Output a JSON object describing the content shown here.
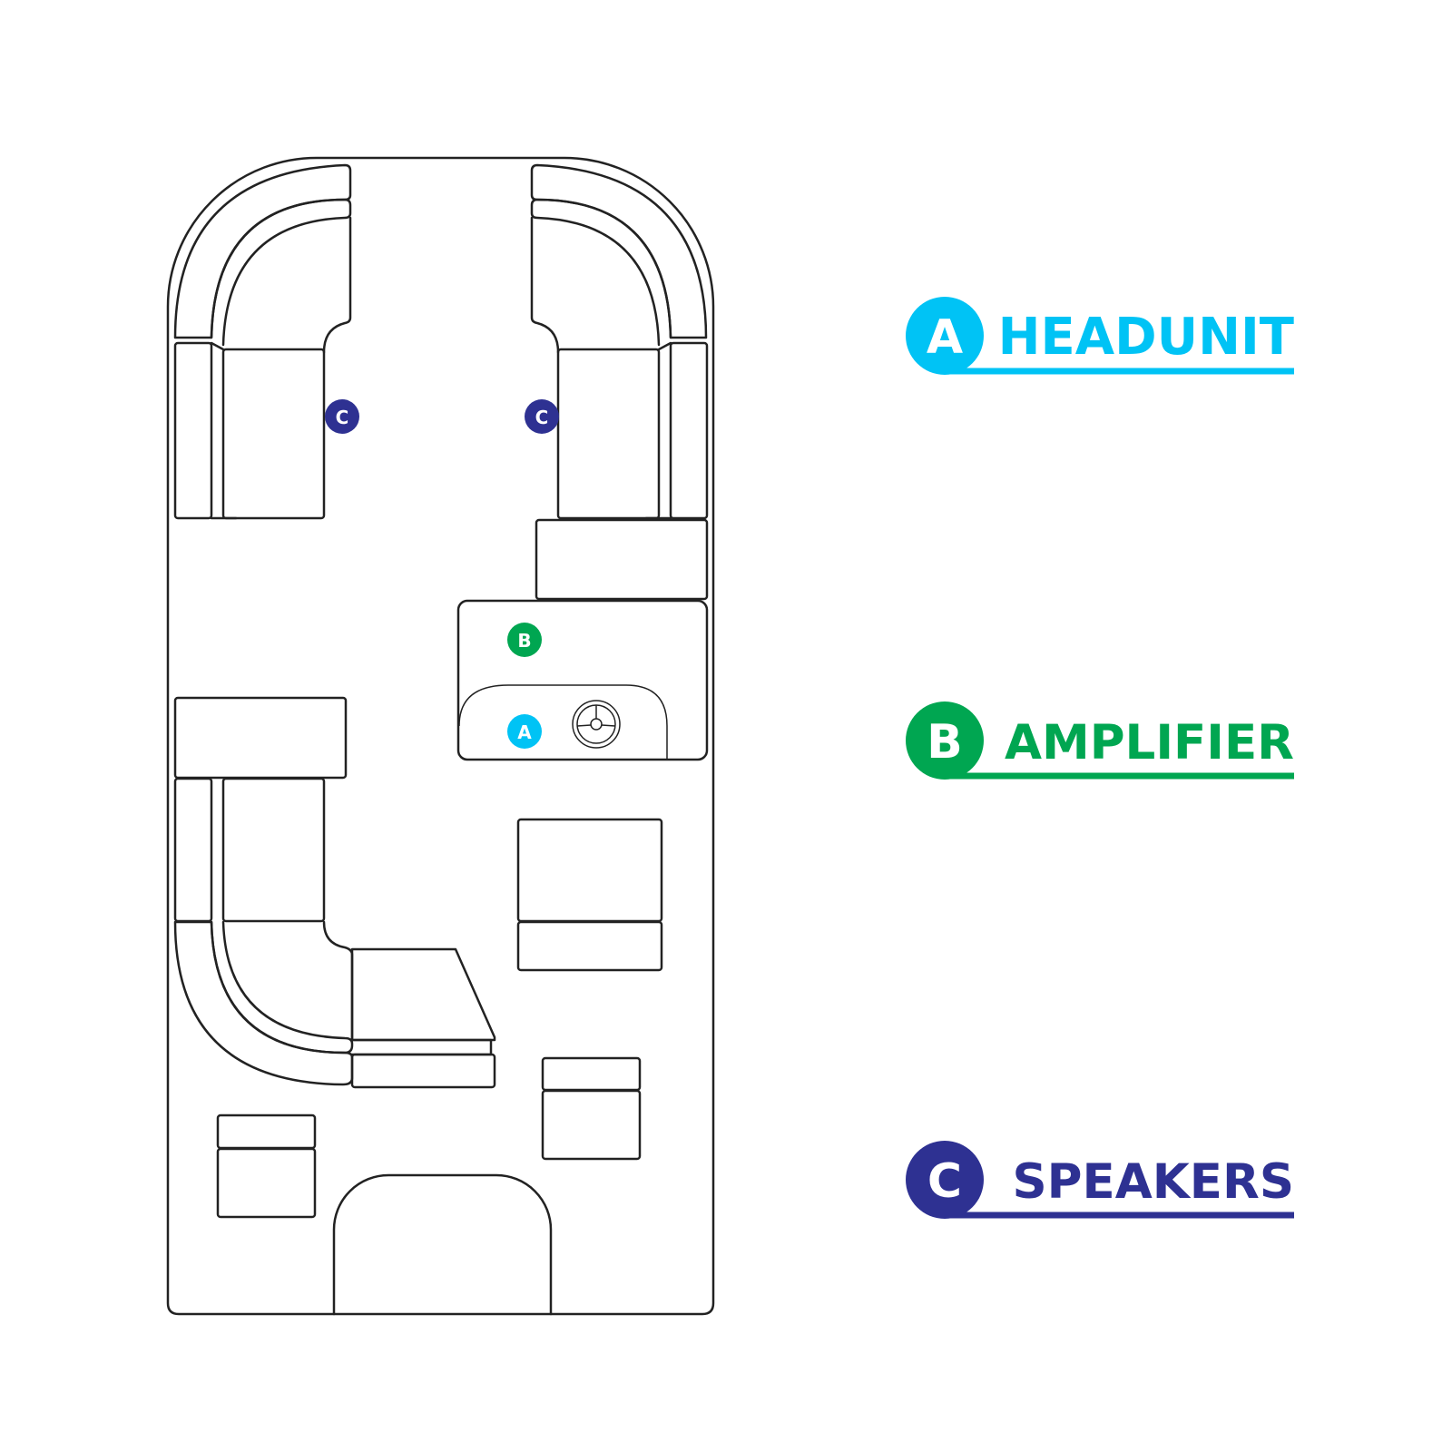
{
  "legend": [
    {
      "letter": "A",
      "label": "HEADUNIT",
      "color": "#00C3F5"
    },
    {
      "letter": "B",
      "label": "AMPLIFIER",
      "color": "#00A651"
    },
    {
      "letter": "C",
      "label": "SPEAKERS",
      "color": "#2E3192"
    }
  ],
  "markers": {
    "speaker_letter": "C",
    "amplifier_letter": "B",
    "headunit_letter": "A"
  },
  "colors": {
    "outline": "#222222",
    "background": "#ffffff"
  }
}
